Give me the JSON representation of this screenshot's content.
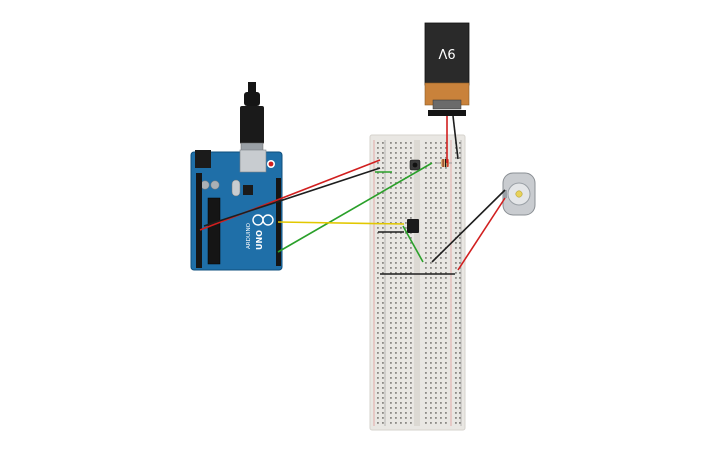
{
  "battery": {
    "label": "9V"
  },
  "arduino": {
    "model_label": "UNO",
    "brand_label": "ARDUINO"
  },
  "colors": {
    "background": "#ffffff",
    "arduino_board": "#1f6fa8",
    "breadboard": "#e9e7e3",
    "battery_body": "#2a2a2a",
    "battery_cap": "#c9823b",
    "wire_red": "#d11f1f",
    "wire_black": "#1e1e1e",
    "wire_green": "#2aa02a",
    "wire_yellow": "#e2c800",
    "motor_body": "#c9ccd0"
  }
}
